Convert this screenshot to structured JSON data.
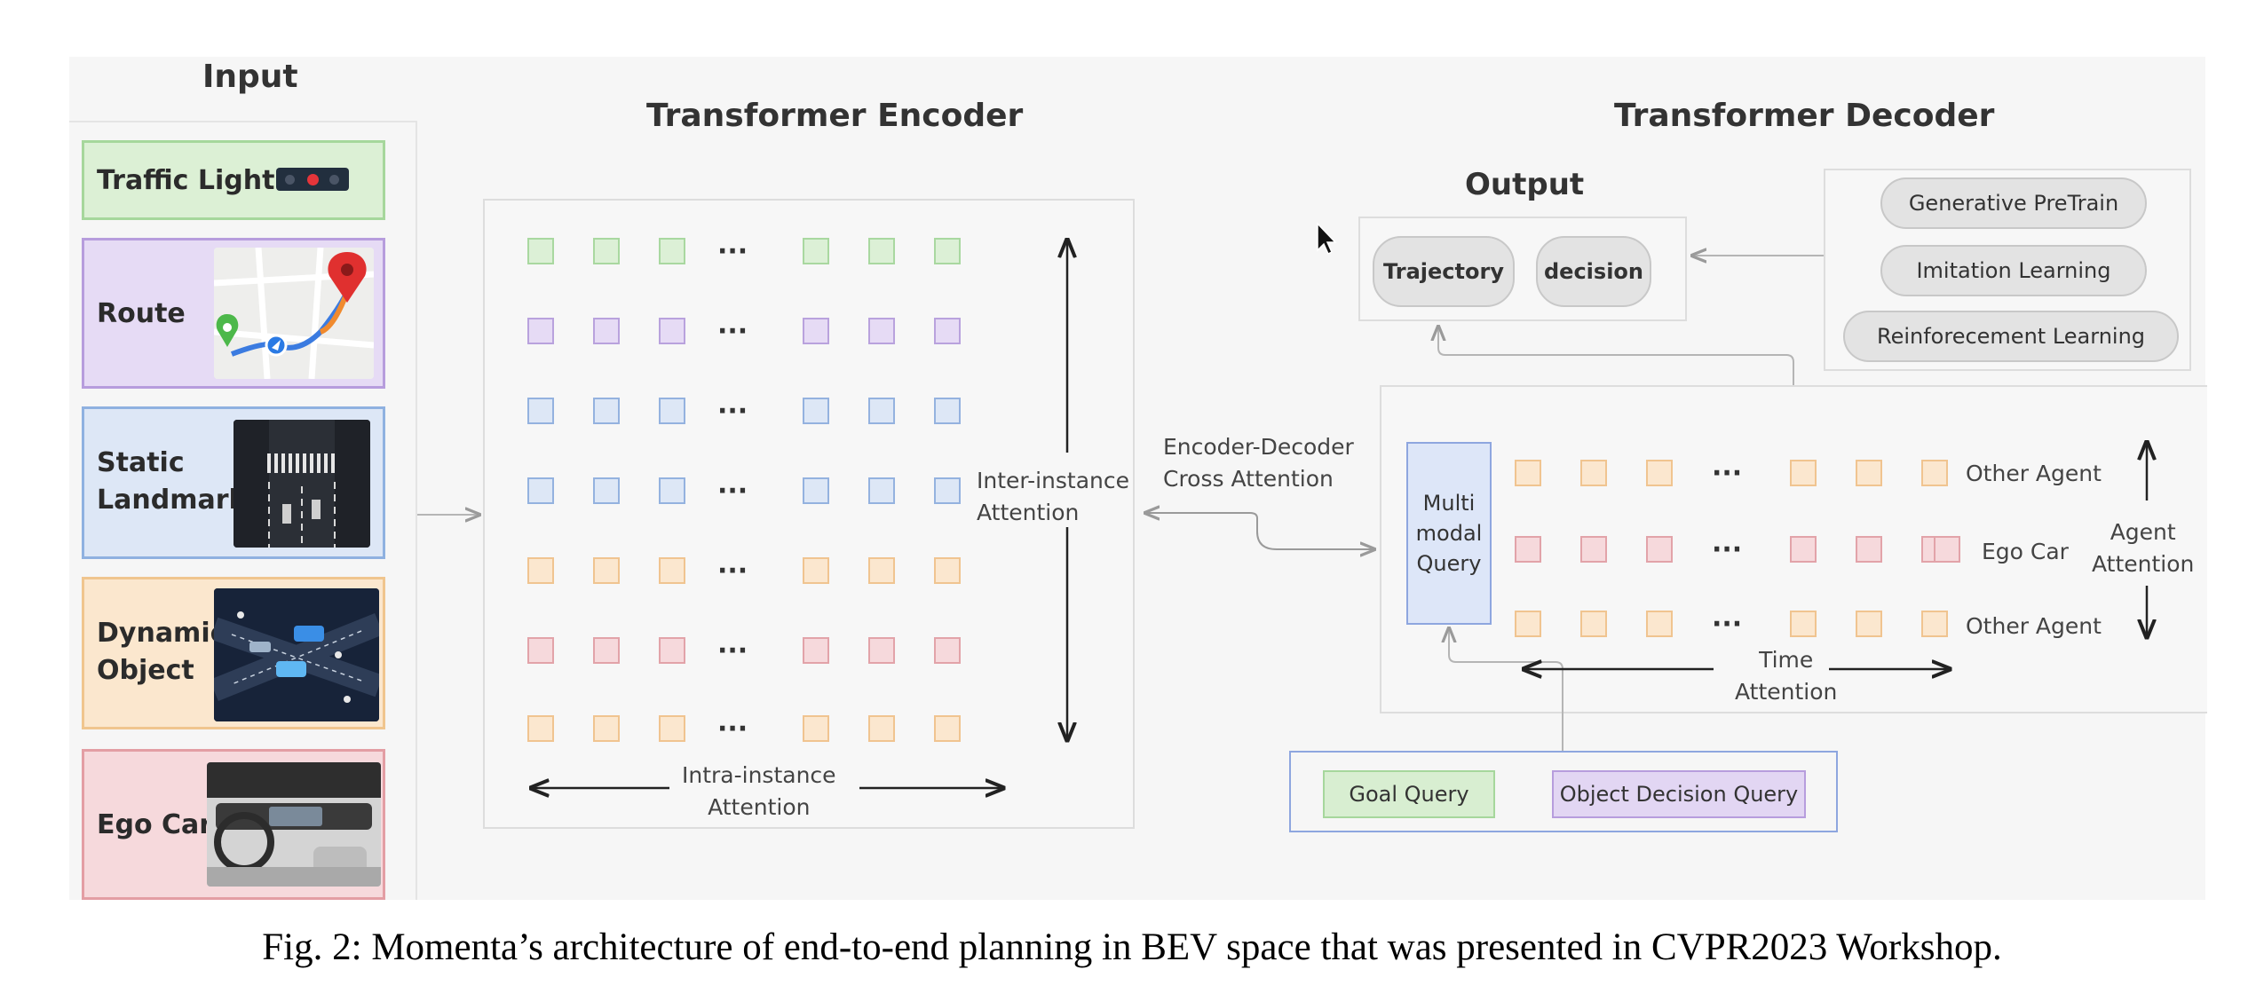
{
  "input": {
    "title": "Input",
    "items": [
      {
        "label": "Traffic Light"
      },
      {
        "label": "Route"
      },
      {
        "label": "Static\nLandmark"
      },
      {
        "label": "Dynamic\nObject"
      },
      {
        "label": "Ego Car"
      }
    ]
  },
  "encoder": {
    "title": "Transformer Encoder",
    "ellipsis": "···",
    "row_colors": [
      "green",
      "purple",
      "blue",
      "blue",
      "orange",
      "red",
      "orange"
    ],
    "inter_instance_label": "Inter-instance\nAttention",
    "intra_instance_label": "Intra-instance\nAttention"
  },
  "cross_attention": {
    "label": "Encoder-Decoder\nCross Attention"
  },
  "decoder": {
    "title": "Transformer Decoder",
    "output": {
      "title": "Output",
      "items": [
        "Trajectory",
        "decision"
      ]
    },
    "training": [
      "Generative PreTrain",
      "Imitation Learning",
      "Reinforecement Learning"
    ],
    "multimodal_query": "Multi\nmodal\nQuery",
    "ellipsis": "···",
    "rows": [
      {
        "label": "Other Agent",
        "color": "orange"
      },
      {
        "label": "Ego Car",
        "color": "red"
      },
      {
        "label": "Other Agent",
        "color": "orange"
      }
    ],
    "agent_attention_label": "Agent\nAttention",
    "time_attention_label": "Time\nAttention",
    "queries": [
      "Goal Query",
      "Object Decision Query"
    ]
  },
  "colors": {
    "green": {
      "border": "#a9d8a0",
      "fill": "#dcf0d6"
    },
    "purple": {
      "border": "#b9a2dd",
      "fill": "#e6dbf5"
    },
    "blue": {
      "border": "#94b2df",
      "fill": "#dde7f6"
    },
    "orange": {
      "border": "#f0c490",
      "fill": "#fbe7cf"
    },
    "red": {
      "border": "#e2a3a9",
      "fill": "#f6d9dc"
    }
  },
  "caption": "Fig. 2: Momenta’s architecture of end-to-end planning in BEV space that was presented in CVPR2023 Workshop."
}
